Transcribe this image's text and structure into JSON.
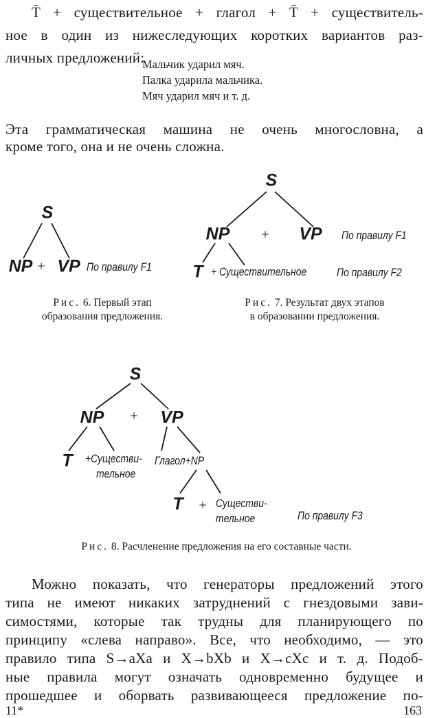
{
  "paragraph1": [
    "T̄ + существительное + глагол + T̄ + существитель-",
    "ное в один из нижеследующих коротких вариантов раз-",
    "личных предложений:"
  ],
  "examples": [
    "Мальчик ударил мяч.",
    "Палка ударила мальчика.",
    "Мяч ударил мяч и т. д."
  ],
  "paragraph2": [
    "Эта грамматическая машина не очень многословна, а",
    "кроме того, она и не очень сложна."
  ],
  "figure6": {
    "nodes": {
      "s": "S",
      "np": "NP",
      "plus": "+",
      "vp": "VP"
    },
    "rule": "По правилу F1",
    "caption_prefix": "Рис.",
    "caption_line1": "6. Первый этап",
    "caption_line2": "образования предложения."
  },
  "figure7": {
    "nodes": {
      "s": "S",
      "np": "NP",
      "plus": "+",
      "vp": "VP",
      "t": "T",
      "noun": "+ Существительное"
    },
    "rule1": "По правилу F1",
    "rule2": "По правилу F2",
    "caption_prefix": "Рис.",
    "caption_line1": "7. Результат двух этапов",
    "caption_line2": "в образовании предложения."
  },
  "figure8": {
    "nodes": {
      "s": "S",
      "np": "NP",
      "plus": "+",
      "vp": "VP",
      "t1": "T",
      "noun1a": "+Существи-",
      "noun1b": "тельное",
      "verb_np": "Глагол+NP",
      "t2": "T",
      "plus2": "+",
      "noun2a": "Существи-",
      "noun2b": "тельное"
    },
    "rule": "По правилу F3",
    "caption_prefix": "Рис.",
    "caption": "8. Расчленение предложения на его составные части."
  },
  "paragraph3": [
    "Можно показать, что генераторы предложений этого",
    "типа не имеют никаких затруднений с гнездовыми зави-",
    "симостями, которые так трудны для планирующего по",
    "принципу «слева направо». Все, что необходимо, — это",
    "правило типа S→aXa и X→bXb и X→cXc и т. д. Подоб-",
    "ные правила могут означать одновременно будущее и",
    "прошедшее и оборвать развивающееся предложение по-"
  ],
  "footer": {
    "signature": "11*",
    "page_number": "163"
  }
}
